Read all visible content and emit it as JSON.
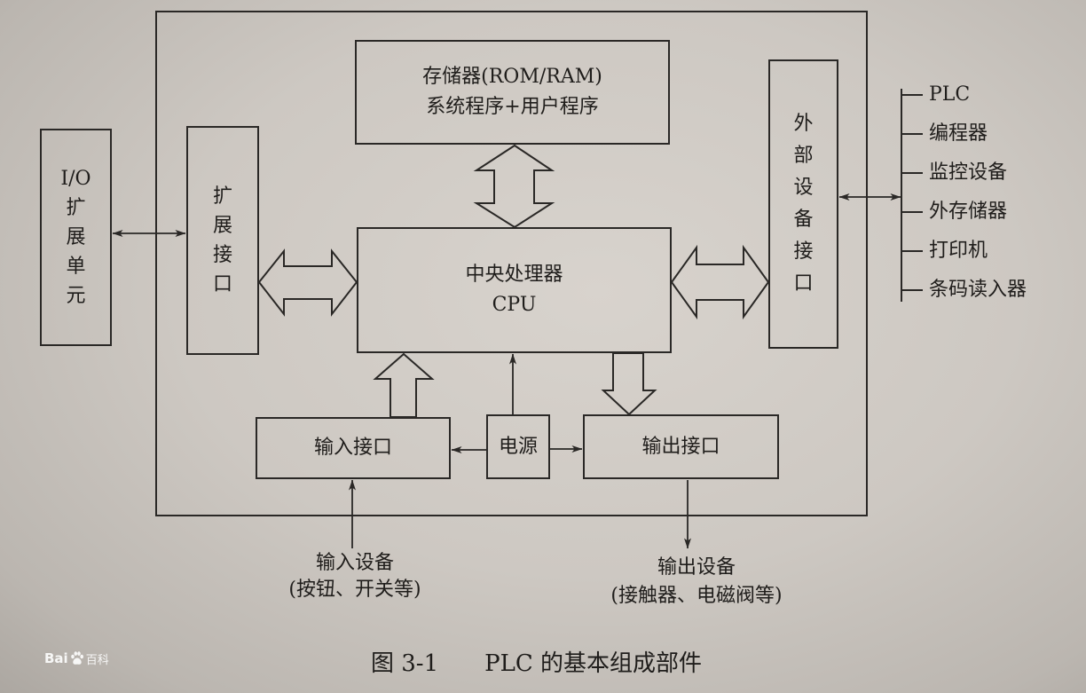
{
  "diagram": {
    "memory": {
      "line1": "存储器(ROM/RAM)",
      "line2": "系统程序+用户程序"
    },
    "cpu": {
      "line1": "中央处理器",
      "line2": "CPU"
    },
    "io_expansion_unit": {
      "lines": [
        "I/O",
        "扩",
        "展",
        "单",
        "元"
      ]
    },
    "expansion_interface": {
      "lines": [
        "扩",
        "展",
        "接",
        "口"
      ]
    },
    "external_device_interface": {
      "lines": [
        "外",
        "部",
        "设",
        "备",
        "接",
        "口"
      ]
    },
    "external_devices": [
      "PLC",
      "编程器",
      "监控设备",
      "外存储器",
      "打印机",
      "条码读入器"
    ],
    "input_interface": "输入接口",
    "power_supply": "电源",
    "output_interface": "输出接口",
    "input_devices": {
      "title": "输入设备",
      "examples": "(按钮、开关等)"
    },
    "output_devices": {
      "title": "输出设备",
      "examples": "(接触器、电磁阀等)"
    }
  },
  "caption": {
    "figure_number": "图 3-1",
    "title": "PLC 的基本组成部件"
  },
  "watermark": {
    "brand_latin": "Bai",
    "brand_chinese": "百科",
    "icon": "baidu-paw-icon"
  },
  "colors": {
    "line": "#2a2826",
    "text": "#1f1d1b",
    "paper": "#cdc8c2",
    "watermark": "#ffffff"
  }
}
